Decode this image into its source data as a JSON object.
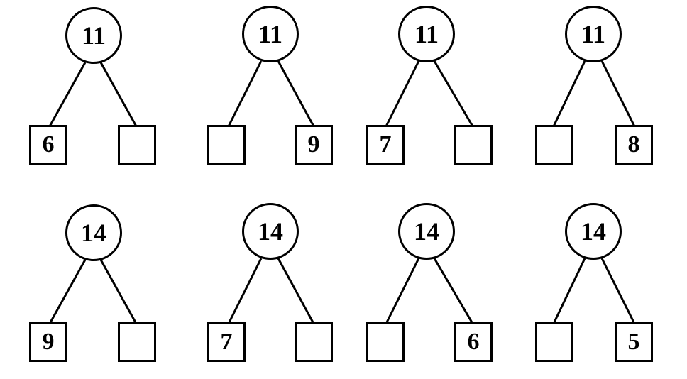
{
  "bonds": [
    {
      "whole": "11",
      "left": "6",
      "right": ""
    },
    {
      "whole": "11",
      "left": "",
      "right": "9"
    },
    {
      "whole": "11",
      "left": "7",
      "right": ""
    },
    {
      "whole": "11",
      "left": "",
      "right": "8"
    },
    {
      "whole": "14",
      "left": "9",
      "right": ""
    },
    {
      "whole": "14",
      "left": "7",
      "right": ""
    },
    {
      "whole": "14",
      "left": "",
      "right": "6"
    },
    {
      "whole": "14",
      "left": "",
      "right": "5"
    }
  ]
}
